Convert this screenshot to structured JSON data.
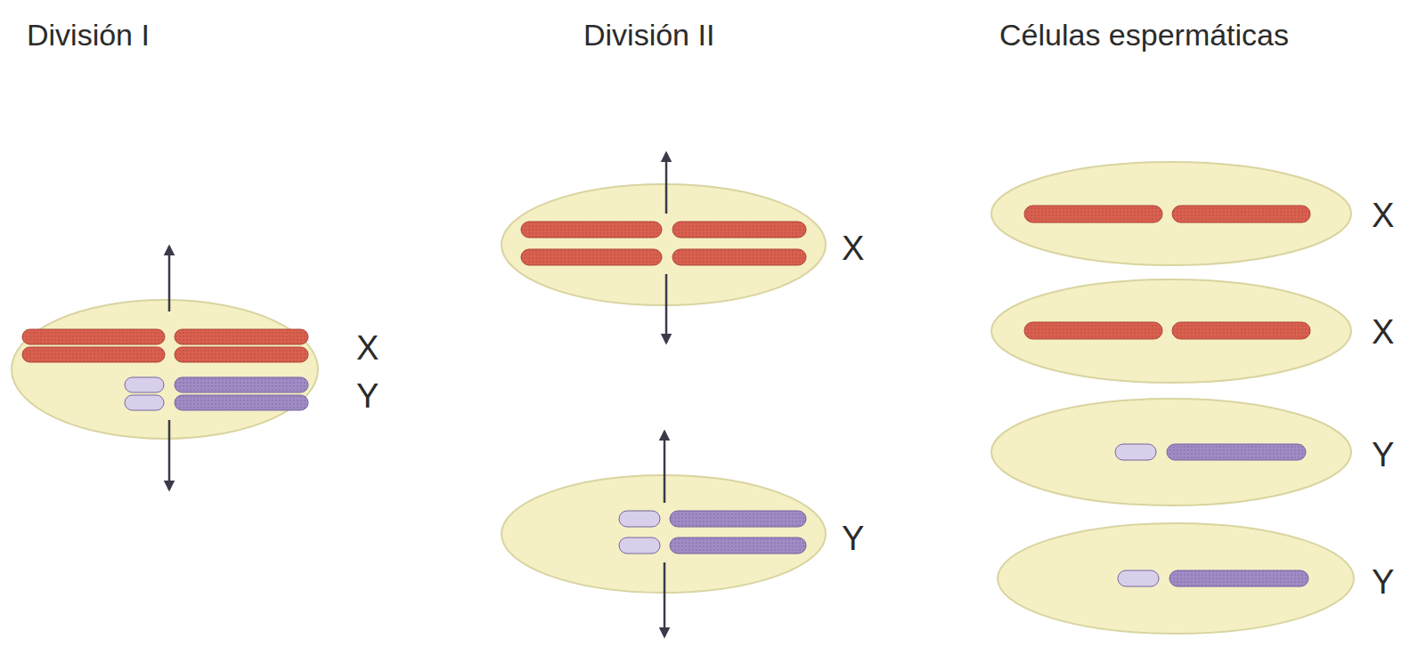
{
  "diagram": {
    "labels": [
      "División I",
      "División II",
      "Células espermáticas",
      "X",
      "Y",
      "X",
      "Y",
      "X",
      "X",
      "Y",
      "Y"
    ]
  }
}
